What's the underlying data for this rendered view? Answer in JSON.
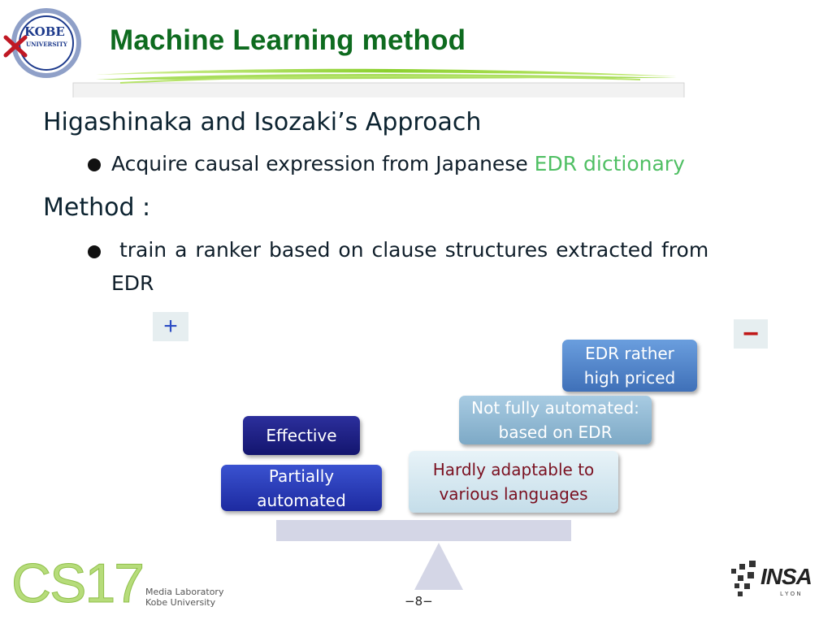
{
  "logo": {
    "line1": "KOBE",
    "line2": "UNIVERSITY"
  },
  "title": "Machine Learning method",
  "sections": [
    {
      "heading": "Higashinaka and Isozaki’s Approach",
      "bullet_text": "Acquire causal expression from Japanese ",
      "bullet_accent": "EDR dictionary"
    },
    {
      "heading": "Method :",
      "bullet_line1": " train a ranker based on clause structures extracted from",
      "bullet_line2": "EDR"
    }
  ],
  "balance": {
    "plus_sign": "+",
    "minus_sign": "−",
    "pros": [
      {
        "text": "Effective"
      },
      {
        "text": "Partially automated"
      }
    ],
    "cons": [
      {
        "text": "EDR rather high priced"
      },
      {
        "text": "Not fully automated: based on EDR"
      },
      {
        "text": "Hardly adaptable to various languages"
      }
    ]
  },
  "footer": {
    "cs_logo": "CS17",
    "lab_line1": "Media Laboratory",
    "lab_line2": "Kobe University",
    "page_number": "−8−",
    "insa_name": "INSA",
    "insa_sub": "L Y O N"
  },
  "colors": {
    "title": "#0e6b1f",
    "accent": "#4fbf63",
    "dark_blue": "#1a2a8a",
    "con_text": "#7a1020"
  }
}
